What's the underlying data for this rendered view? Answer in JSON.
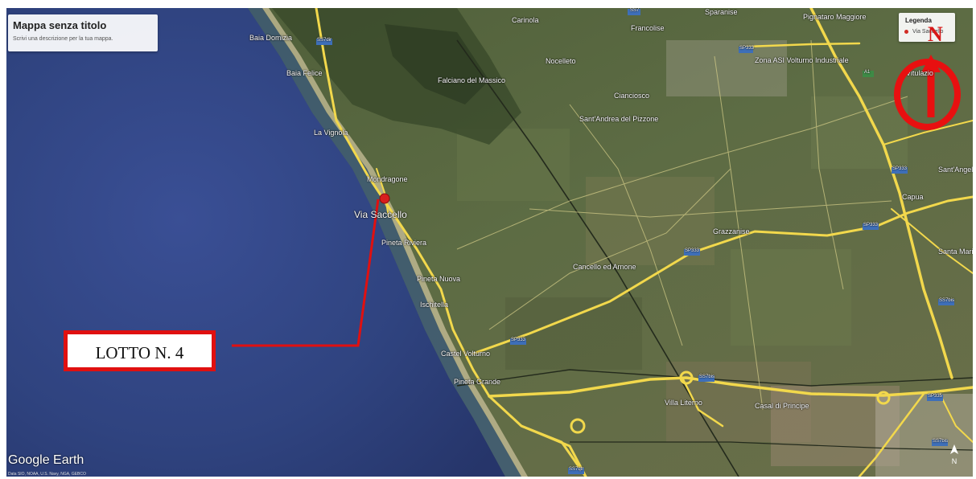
{
  "panel": {
    "title": "Mappa senza titolo",
    "description": "Scrivi una descrizione per la tua mappa."
  },
  "legend": {
    "heading": "Legenda",
    "item": "Via Saccello"
  },
  "north_label": "N",
  "callout": {
    "label": "LOTTO N. 4",
    "color": "#e01010"
  },
  "places": [
    {
      "name": "Baia Domizia"
    },
    {
      "name": "Baia Felice"
    },
    {
      "name": "La Vignola"
    },
    {
      "name": "Mondragone"
    },
    {
      "name": "Via Saccello"
    },
    {
      "name": "Pineta Riviera"
    },
    {
      "name": "Pineta Nuova"
    },
    {
      "name": "Ischitella"
    },
    {
      "name": "Castel Volturno"
    },
    {
      "name": "Pineta Grande"
    },
    {
      "name": "Carinola"
    },
    {
      "name": "Falciano del Massico"
    },
    {
      "name": "Francolise"
    },
    {
      "name": "Nocelleto"
    },
    {
      "name": "Cianciosco"
    },
    {
      "name": "Sant'Andrea del Pizzone"
    },
    {
      "name": "Sparanise"
    },
    {
      "name": "Pignataro Maggiore"
    },
    {
      "name": "Zona ASI Volturno Industriale"
    },
    {
      "name": "Cancello ed Arnone"
    },
    {
      "name": "Grazzanise"
    },
    {
      "name": "Capua"
    },
    {
      "name": "Sant'Angelo"
    },
    {
      "name": "Santa Maria"
    },
    {
      "name": "Villa Literno"
    },
    {
      "name": "Casal di Principe"
    },
    {
      "name": "Vitulazio"
    }
  ],
  "roads": [
    {
      "name": "SS7dir"
    },
    {
      "name": "SS7"
    },
    {
      "name": "SP333"
    },
    {
      "name": "SP333"
    },
    {
      "name": "SP333"
    },
    {
      "name": "SP333"
    },
    {
      "name": "A1"
    },
    {
      "name": "SS7bis"
    },
    {
      "name": "SS7bis"
    },
    {
      "name": "SP335"
    },
    {
      "name": "SS7bis"
    },
    {
      "name": "SP333"
    },
    {
      "name": "SS7qtr"
    }
  ],
  "brand": "Google Earth",
  "attribution": "Data SIO, NOAA, U.S. Navy, NGA, GEBCO",
  "colors": {
    "sea": "#2e3f7c",
    "land": "#586846",
    "road_major": "#f2d84c",
    "marker": "#d81e1e",
    "north_ring": "#e81010"
  }
}
